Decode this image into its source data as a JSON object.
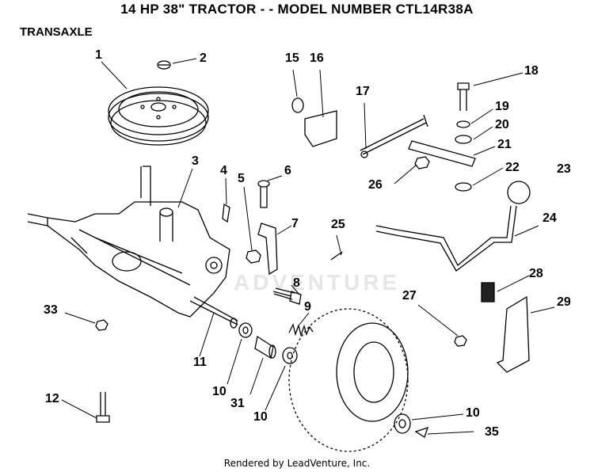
{
  "title": "14 HP 38\" TRACTOR - - MODEL NUMBER CTL14R38A",
  "section": "TRANSAXLE",
  "footer": "Rendered by LeadVenture, Inc.",
  "watermark": "ADVENTURE",
  "callouts": {
    "c1": "1",
    "c2": "2",
    "c3": "3",
    "c4": "4",
    "c5": "5",
    "c6": "6",
    "c7": "7",
    "c8": "8",
    "c9": "9",
    "c10a": "10",
    "c10b": "10",
    "c10c": "10",
    "c11": "11",
    "c12": "12",
    "c15": "15",
    "c16": "16",
    "c17": "17",
    "c18": "18",
    "c19": "19",
    "c20": "20",
    "c21": "21",
    "c22": "22",
    "c23": "23",
    "c24": "24",
    "c25": "25",
    "c26": "26",
    "c27": "27",
    "c28": "28",
    "c29": "29",
    "c31": "31",
    "c33": "33",
    "c35": "35"
  }
}
